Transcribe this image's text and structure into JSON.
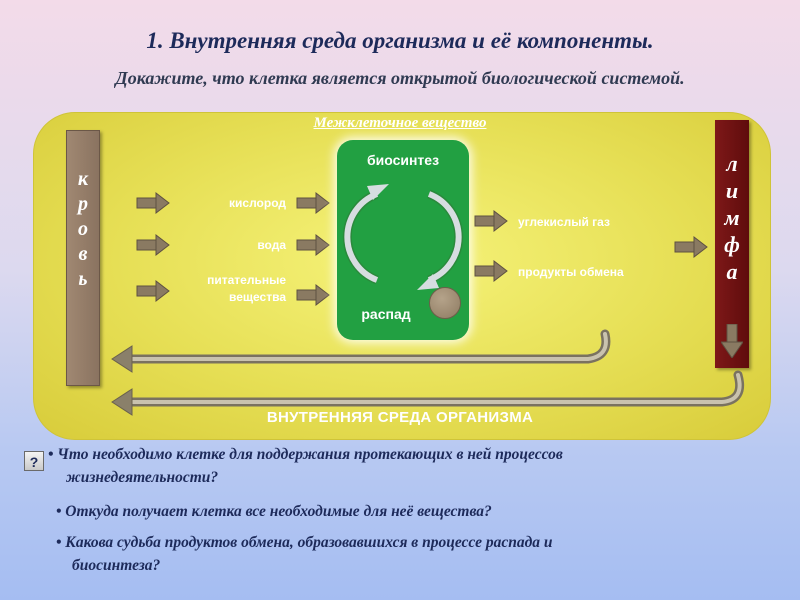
{
  "title": "1. Внутренняя среда организма и её компоненты.",
  "subtitle": "Докажите, что клетка является открытой биологической системой.",
  "diagram": {
    "intercellular_label": "Межклеточное вещество",
    "blood_letters": [
      "к",
      "р",
      "о",
      "в",
      "ь"
    ],
    "lymph_letters": [
      "л",
      "и",
      "м",
      "ф",
      "а"
    ],
    "inputs": {
      "oxygen": "кислород",
      "water": "вода",
      "nutrients_line1": "питательные",
      "nutrients_line2": "вещества"
    },
    "outputs": {
      "co2": "углекислый газ",
      "products": "продукты обмена"
    },
    "cell": {
      "top": "биосинтез",
      "bottom": "распад"
    },
    "inner_environment": "ВНУТРЕННЯЯ СРЕДА ОРГАНИЗМА",
    "colors": {
      "panel": "#ecE65a",
      "blood_bar": "#8a7360",
      "lymph_bar": "#6b0f0f",
      "cell": "#22a042",
      "arrow": "#7f7460"
    }
  },
  "questions": {
    "icon": "?",
    "q1_line1": "• Что необходимо клетке для поддержания протекающих в ней процессов",
    "q1_line2": "жизнедеятельности?",
    "q2": "• Откуда получает клетка все необходимые для неё вещества?",
    "q3_line1": "• Какова судьба продуктов обмена, образовавшихся в процессе распада и",
    "q3_line2": "биосинтеза?"
  }
}
